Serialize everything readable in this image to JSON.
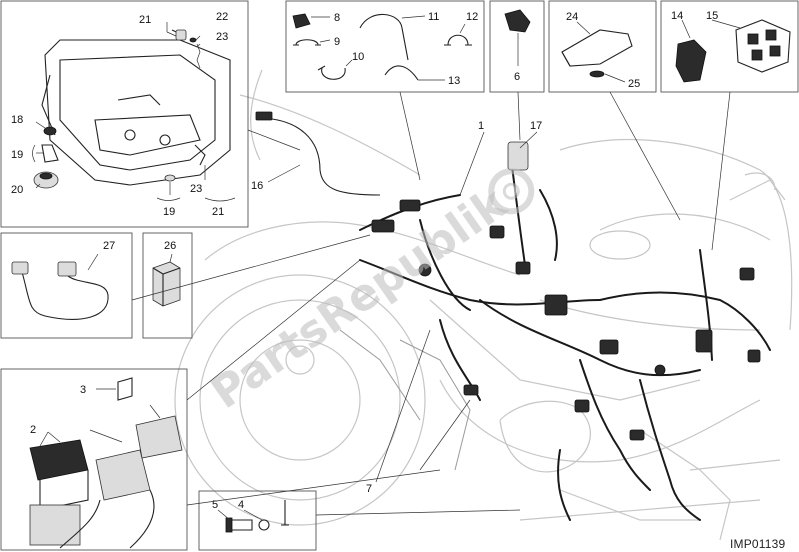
{
  "diagram_code": "IMP01139",
  "watermark": "PartsRepublik",
  "callouts": {
    "c1": "1",
    "c2": "2",
    "c3": "3",
    "c4": "4",
    "c5": "5",
    "c6": "6",
    "c7": "7",
    "c8": "8",
    "c9": "9",
    "c10": "10",
    "c11": "11",
    "c12": "12",
    "c13": "13",
    "c14": "14",
    "c15": "15",
    "c16": "16",
    "c17": "17",
    "c18": "18",
    "c19a": "19",
    "c19b": "19",
    "c20": "20",
    "c21a": "21",
    "c21b": "21",
    "c22": "22",
    "c23a": "23",
    "c23b": "23",
    "c24": "24",
    "c25": "25",
    "c26": "26",
    "c27": "27"
  }
}
